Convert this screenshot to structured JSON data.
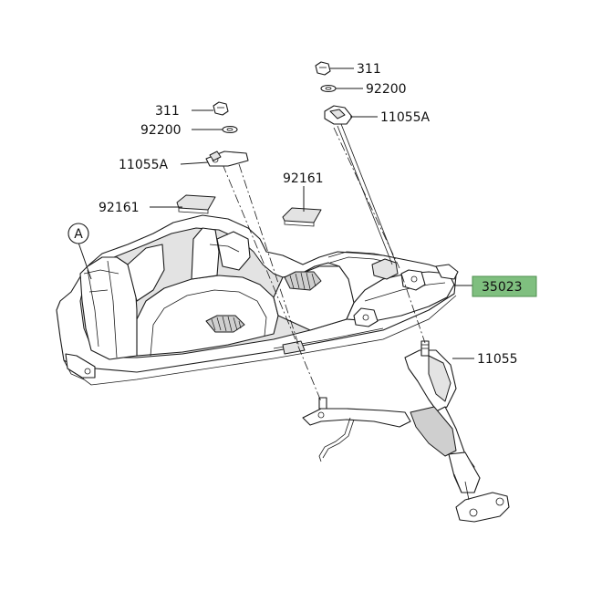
{
  "diagram": {
    "reference_marker": "A",
    "callouts": {
      "nut_right": "311",
      "washer_right": "92200",
      "bracket_right": "11055A",
      "nut_left": "311",
      "washer_left": "92200",
      "bracket_left": "11055A",
      "pad_right": "92161",
      "pad_left": "92161",
      "fender_inner": "35023",
      "plate_bracket": "11055"
    },
    "highlighted_part": "35023",
    "colors": {
      "highlight": "#7fbf7f",
      "line": "#1a1a1a"
    }
  }
}
